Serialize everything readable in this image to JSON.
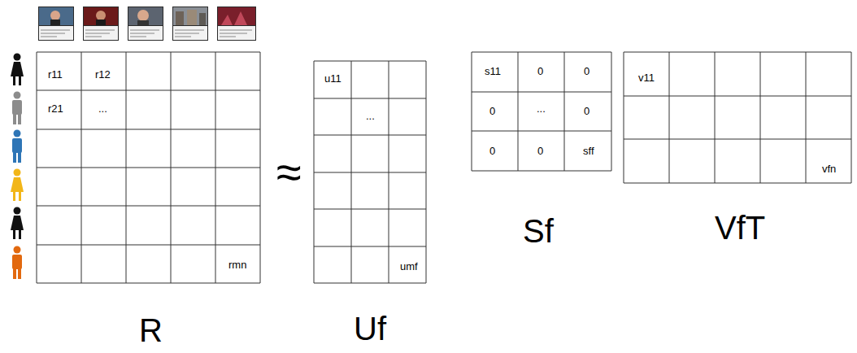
{
  "diagram": {
    "labels": [
      "r11",
      "r12",
      "r21",
      "...",
      "rmn",
      "≈",
      "R",
      "u11",
      "...",
      "umf",
      "Uf",
      "s11",
      "0",
      "0",
      "0",
      "...",
      "0",
      "0",
      "0",
      "sff",
      "Sf",
      "v11",
      "vfn",
      "VfT"
    ]
  }
}
